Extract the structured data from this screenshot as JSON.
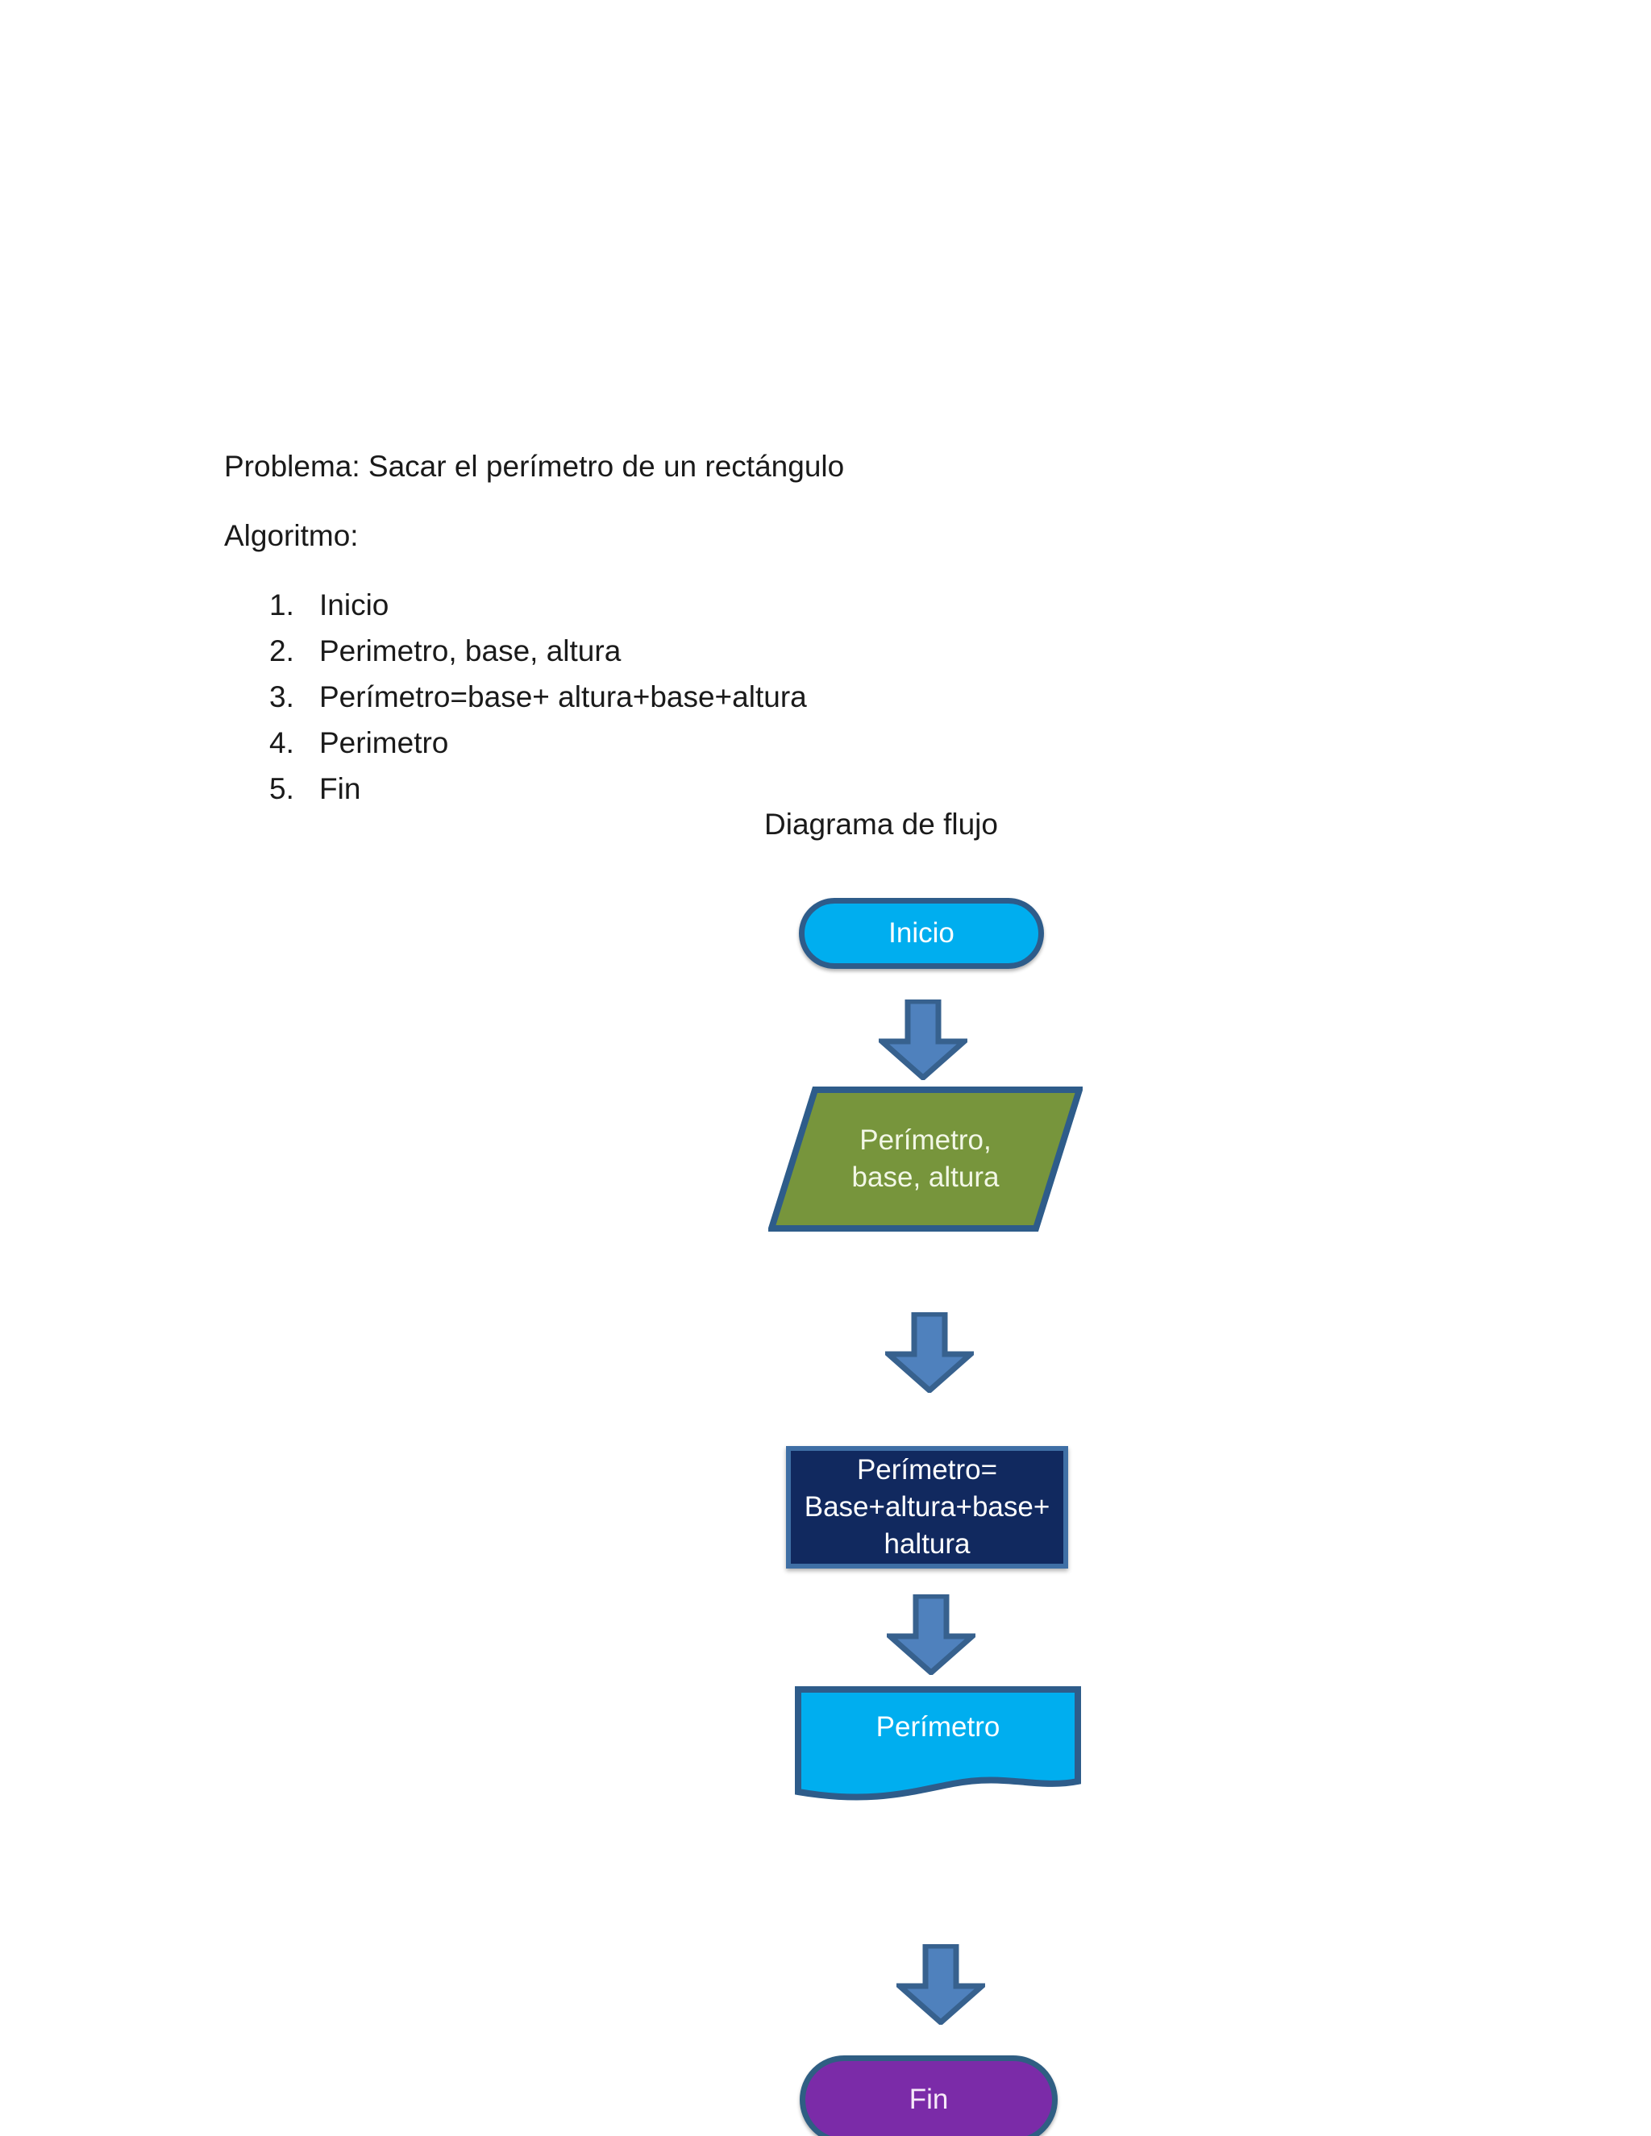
{
  "document": {
    "problem_line": "Problema: Sacar el perímetro de un rectángulo",
    "algorithm_heading": "Algoritmo:",
    "algorithm_steps": [
      {
        "number": "1.",
        "text": "Inicio"
      },
      {
        "number": "2.",
        "text": "Perimetro, base, altura"
      },
      {
        "number": "3.",
        "text": "Perímetro=base+ altura+base+altura"
      },
      {
        "number": "4.",
        "text": "Perimetro"
      },
      {
        "number": "5.",
        "text": "Fin"
      }
    ],
    "flowchart_title": "Diagrama de flujo"
  },
  "flowchart": {
    "nodes": [
      {
        "id": "inicio",
        "shape": "terminator",
        "label": "Inicio",
        "fill": "#00AEEF",
        "stroke": "#2E5C8A",
        "text_color": "#FFFFFF"
      },
      {
        "id": "entrada",
        "shape": "parallelogram",
        "label_line1": "Perímetro,",
        "label_line2": "base, altura",
        "fill": "#77953C",
        "stroke": "#2E5C8A",
        "text_color": "#F2F7E6"
      },
      {
        "id": "calculo",
        "shape": "process",
        "label_line1": "Perímetro=",
        "label_line2": "Base+altura+base+",
        "label_line3": "haltura",
        "fill": "#11295F",
        "stroke": "#3F6FA5",
        "text_color": "#FFFFFF"
      },
      {
        "id": "salida",
        "shape": "document",
        "label": "Perímetro",
        "fill": "#00AEEF",
        "stroke": "#2E5C8A",
        "text_color": "#FFFFFF"
      },
      {
        "id": "fin",
        "shape": "terminator",
        "label": "Fin",
        "fill": "#7B2BA8",
        "stroke": "#2F5E83",
        "text_color": "#F6E9F8"
      }
    ],
    "connectors": [
      {
        "id": "arrow-1",
        "from": "inicio",
        "to": "entrada",
        "direction": "down",
        "fill": "#4F81BD",
        "stroke": "#37618E"
      },
      {
        "id": "arrow-2",
        "from": "entrada",
        "to": "calculo",
        "direction": "down",
        "fill": "#4F81BD",
        "stroke": "#37618E"
      },
      {
        "id": "arrow-3",
        "from": "calculo",
        "to": "salida",
        "direction": "down",
        "fill": "#4F81BD",
        "stroke": "#37618E"
      },
      {
        "id": "arrow-4",
        "from": "salida",
        "to": "fin",
        "direction": "down",
        "fill": "#4F81BD",
        "stroke": "#37618E"
      }
    ]
  }
}
